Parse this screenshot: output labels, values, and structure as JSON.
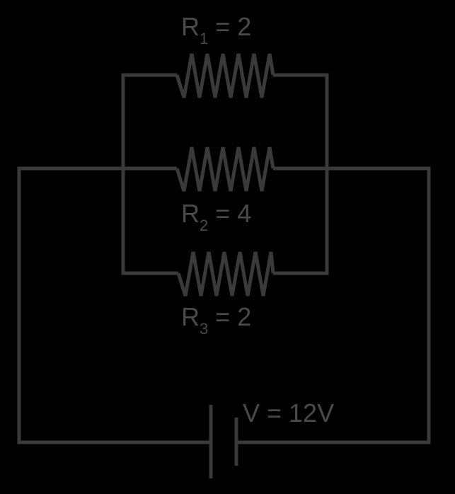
{
  "colors": {
    "background": "#000000",
    "wire": "#3a3a3a",
    "text": "#4a4a4a"
  },
  "resistors": [
    {
      "letter": "R",
      "subscript": "1",
      "value_text": " = 2"
    },
    {
      "letter": "R",
      "subscript": "2",
      "value_text": " = 4"
    },
    {
      "letter": "R",
      "subscript": "3",
      "value_text": " = 2"
    }
  ],
  "battery": {
    "label": "V = 12V"
  }
}
